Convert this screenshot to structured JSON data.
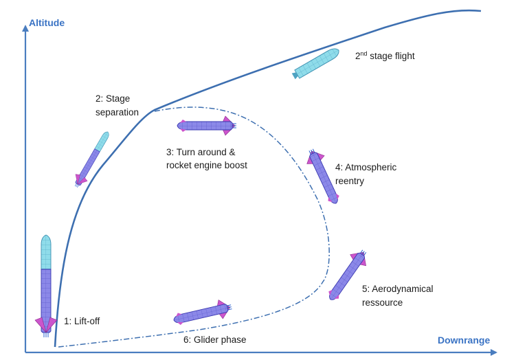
{
  "colors": {
    "axis": "#4a7dbf",
    "axis_title": "#3a73c4",
    "trajectory": "#3d6fb0",
    "booster_body": "#8b88e8",
    "booster_outline": "#3a38b0",
    "fins": "#cc55cc",
    "upper_stage": "#7fd3e3",
    "upper_stage_outline": "#3d8fb0",
    "label_text": "#1a1a1a"
  },
  "axes": {
    "y_title": "Altitude",
    "x_title": "Downrange"
  },
  "labels": {
    "phase1": "1: Lift-off",
    "phase2_line1": "2: Stage",
    "phase2_line2": "separation",
    "phase2nd_pre": "2",
    "phase2nd_sup": "nd",
    "phase2nd_post": " stage flight",
    "phase3_line1": "3: Turn around &",
    "phase3_line2": "rocket engine boost",
    "phase4_line1": "4: Atmospheric",
    "phase4_line2": "reentry",
    "phase5_line1": "5: Aerodynamical",
    "phase5_line2": "ressource",
    "phase6": "6: Glider phase"
  }
}
